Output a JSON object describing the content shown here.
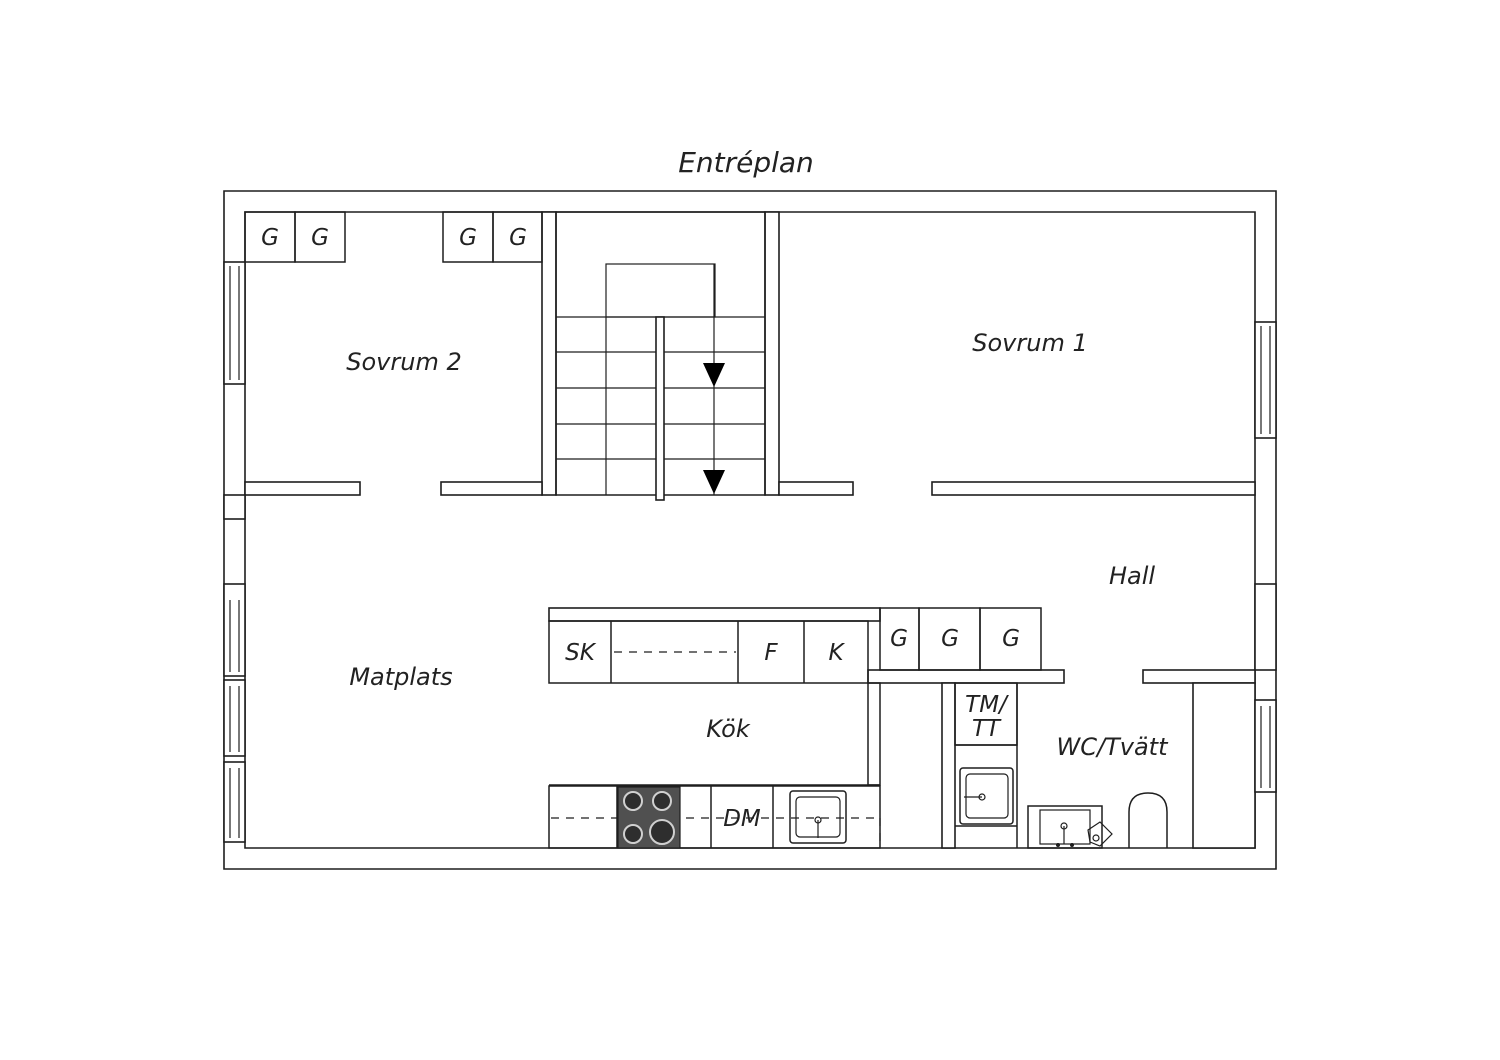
{
  "title": "Entréplan",
  "rooms": {
    "sovrum2": "Sovrum 2",
    "sovrum1": "Sovrum 1",
    "hall": "Hall",
    "matplats": "Matplats",
    "kok": "Kök",
    "wc": "WC/Tvätt"
  },
  "fixtures": {
    "garderob": "G",
    "skafferi": "SK",
    "frys": "F",
    "kyl": "K",
    "diskmaskin": "DM",
    "tvattmaskin_line1": "TM/",
    "tvattmaskin_line2": "TT"
  },
  "colors": {
    "line": "#1e1e1e",
    "stove": "#505050"
  }
}
